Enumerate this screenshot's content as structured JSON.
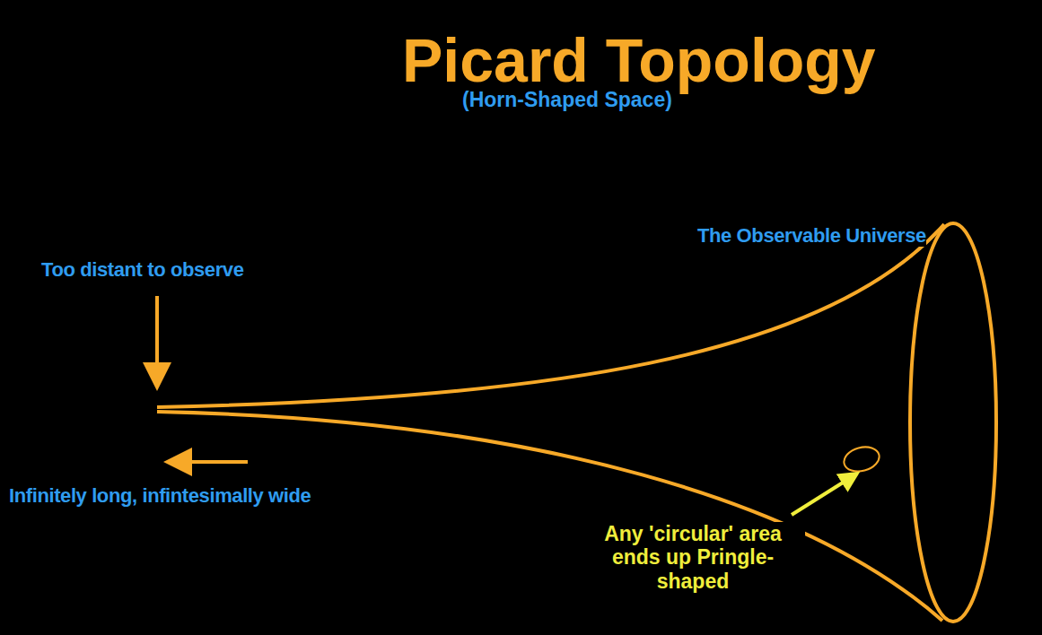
{
  "diagram": {
    "title": "Picard Topology",
    "labels": [
      "(Horn-Shaped Space)",
      "Too distant to observe",
      "The Observable Universe",
      "Infinitely long, infintesimally wide",
      "Any 'circular' area ends up Pringle-shaped"
    ]
  }
}
